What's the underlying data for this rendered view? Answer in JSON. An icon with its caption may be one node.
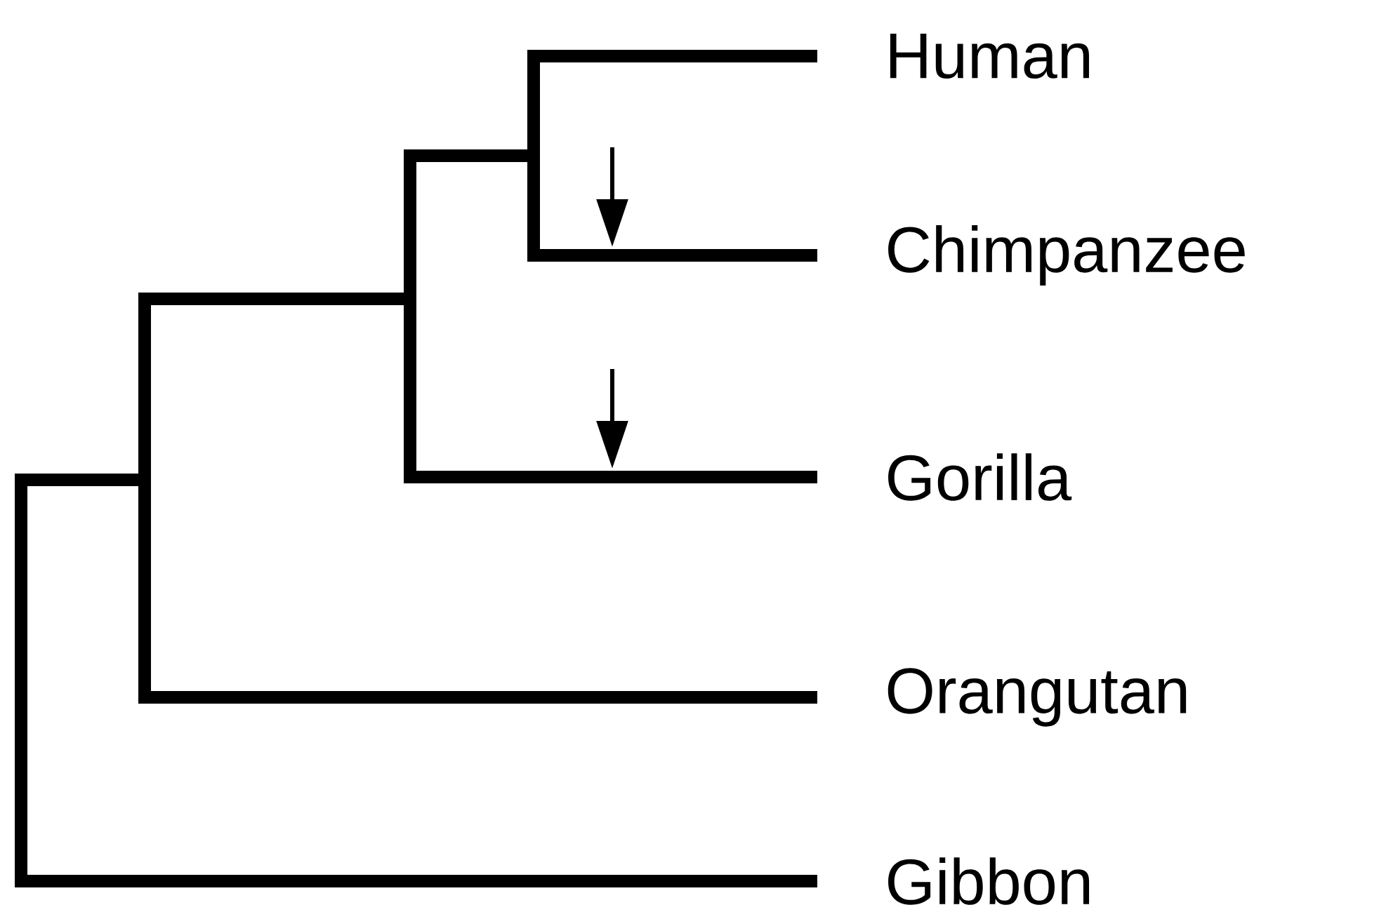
{
  "diagram": {
    "labels": [
      "Human",
      "Chimpanzee",
      "Gorilla",
      "Orangutan",
      "Gibbon"
    ]
  }
}
